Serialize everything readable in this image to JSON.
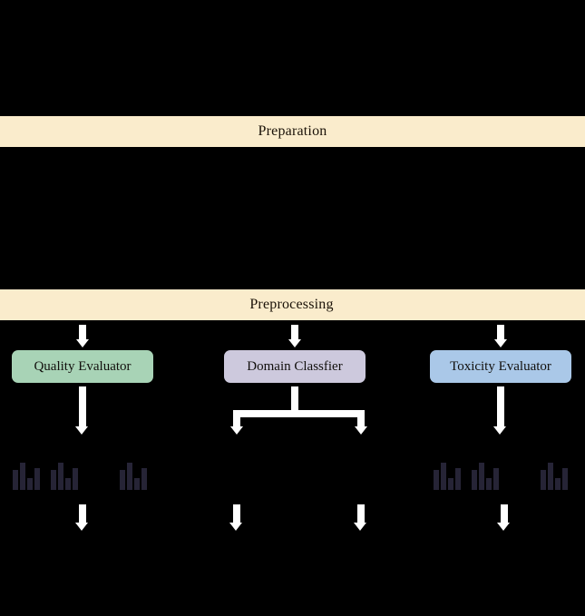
{
  "figure": {
    "background_color": "#000000",
    "stage_bar_color": "#faeccc",
    "arrow_color": "#ffffff",
    "bar_icon_color": "#262436"
  },
  "stages": [
    {
      "id": "preparation",
      "label": "Preparation"
    },
    {
      "id": "preprocessing",
      "label": "Preprocessing"
    }
  ],
  "modules": [
    {
      "id": "quality",
      "label": "Quality Evaluator",
      "color": "#a8d3b6"
    },
    {
      "id": "domain",
      "label": "Domain Classfier",
      "color": "#cdc9dd"
    },
    {
      "id": "toxicity",
      "label": "Toxicity Evaluator",
      "color": "#aac8e8"
    }
  ],
  "chart_data": {
    "type": "bar",
    "title": "",
    "xlabel": "",
    "ylabel": "",
    "note": "Six identical miniature 4-bar histogram glyphs used as distribution icons.",
    "categories": [
      "b1",
      "b2",
      "b3",
      "b4"
    ],
    "values": [
      22,
      30,
      13,
      24
    ],
    "ylim": [
      0,
      34
    ],
    "grid": false,
    "legend": "none",
    "icons": [
      {
        "id": "quality-dist-1",
        "x": 14,
        "y": 506
      },
      {
        "id": "quality-dist-2",
        "x": 56,
        "y": 506
      },
      {
        "id": "quality-dist-3",
        "x": 132,
        "y": 506
      },
      {
        "id": "toxicity-dist-1",
        "x": 478,
        "y": 506
      },
      {
        "id": "toxicity-dist-2",
        "x": 520,
        "y": 506
      },
      {
        "id": "toxicity-dist-3",
        "x": 596,
        "y": 506
      }
    ]
  },
  "connectors": {
    "preprocessing_to_modules": [
      {
        "id": "arrow-to-quality",
        "x": 87
      },
      {
        "id": "arrow-to-domain",
        "x": 321
      },
      {
        "id": "arrow-to-toxicity",
        "x": 548
      }
    ],
    "module_to_output": [
      {
        "id": "arrow-quality-out",
        "x": 87
      },
      {
        "id": "arrow-toxicity-out",
        "x": 548
      }
    ],
    "domain_fork": {
      "stem_x": 321,
      "left_x": 257,
      "right_x": 394
    },
    "bottom_arrows": [
      {
        "id": "arrow-bottom-quality",
        "x": 87
      },
      {
        "id": "arrow-bottom-domain-l",
        "x": 257
      },
      {
        "id": "arrow-bottom-domain-r",
        "x": 394
      },
      {
        "id": "arrow-bottom-toxicity",
        "x": 552
      }
    ]
  }
}
